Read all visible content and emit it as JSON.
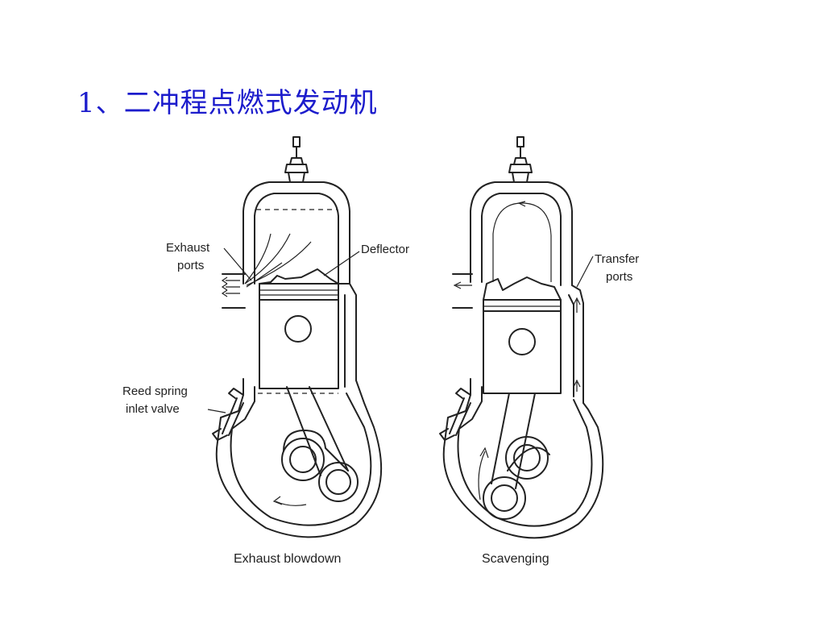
{
  "slide": {
    "title": "1、二冲程点燃式发动机"
  },
  "diagram_left": {
    "label_exhaust_line1": "Exhaust",
    "label_exhaust_line2": "ports",
    "label_deflector": "Deflector",
    "label_reed_line1": "Reed spring",
    "label_reed_line2": "inlet valve",
    "caption": "Exhaust blowdown"
  },
  "diagram_right": {
    "label_transfer_line1": "Transfer",
    "label_transfer_line2": "ports",
    "caption": "Scavenging"
  },
  "colors": {
    "title": "#1c1ccc",
    "line": "#222222",
    "background": "#ffffff"
  }
}
